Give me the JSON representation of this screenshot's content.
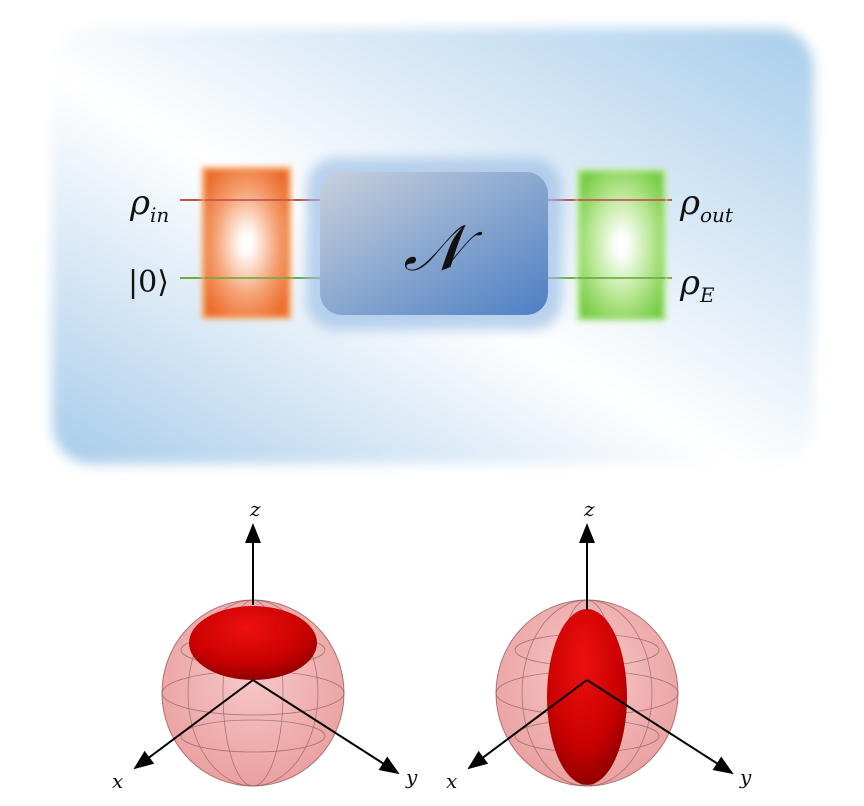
{
  "circuit": {
    "input_label": "ρ",
    "input_sub": "in",
    "ancilla_label": "|0⟩",
    "channel_label": "𝒩",
    "output_label": "ρ",
    "output_sub": "out",
    "environment_label": "ρ",
    "environment_sub": "E"
  },
  "spheres": [
    {
      "axis_x": "x",
      "axis_y": "y",
      "axis_z": "z",
      "inner_shape": "oblate ellipsoid shifted toward +z"
    },
    {
      "axis_x": "x",
      "axis_y": "y",
      "axis_z": "z",
      "inner_shape": "prolate ellipsoid along z"
    }
  ],
  "colors": {
    "background_blue": "#a9cdeb",
    "orange_box": "#f07a3a",
    "green_box": "#7fd14e",
    "channel_box": "#6f95cc",
    "red_wire": "#c0504d",
    "green_wire": "#6aaa40",
    "inner_ellipsoid": "#d00000",
    "bloch_shell": "#f0a0a0"
  }
}
